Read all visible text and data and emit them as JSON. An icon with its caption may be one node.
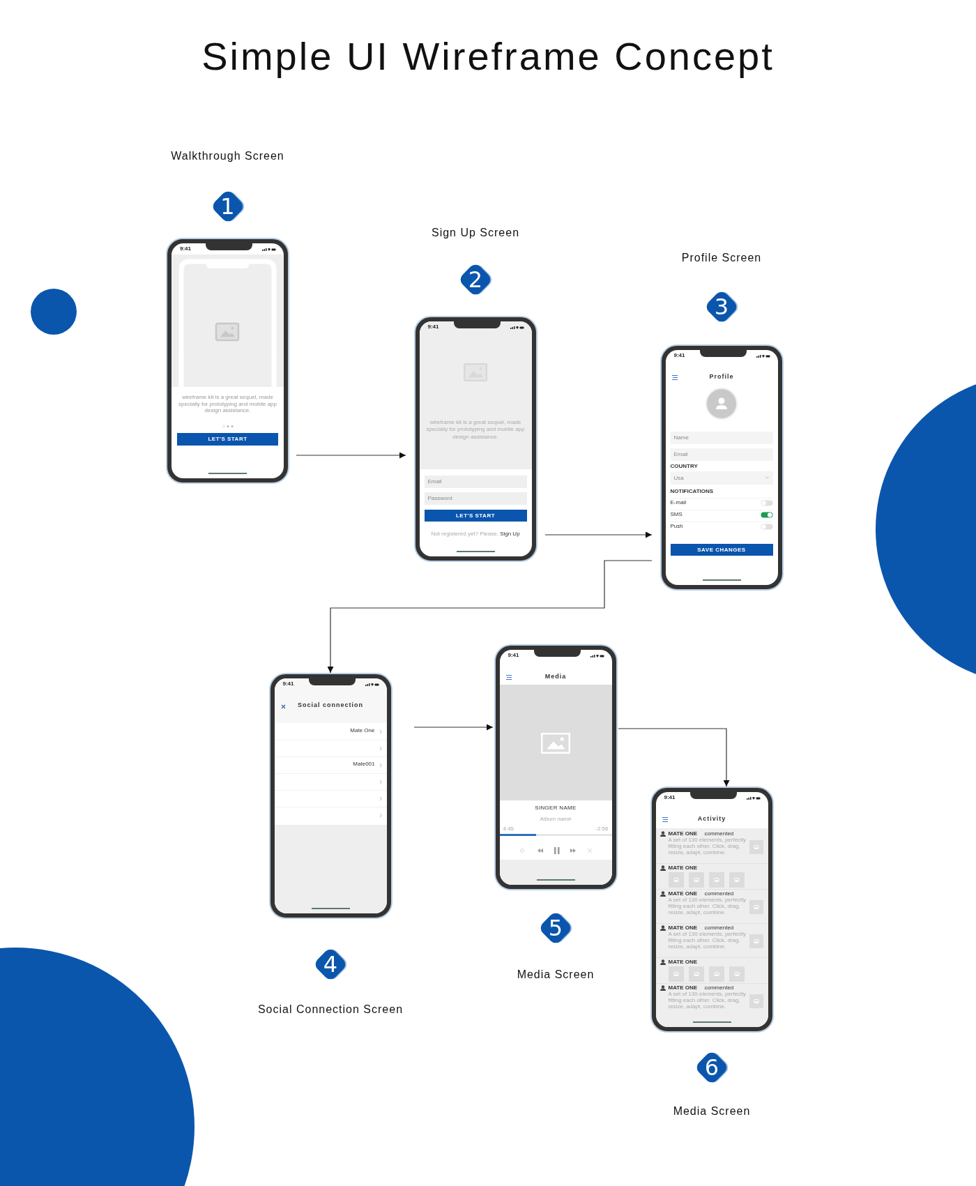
{
  "diagram": {
    "title": "Simple UI Wireframe Concept",
    "nodes": [
      {
        "text": [
          "Walkthrough Screen",
          "1"
        ]
      },
      {
        "text": [
          "Sign Up Screen",
          "2"
        ]
      },
      {
        "text": [
          "Profile Screen",
          "3"
        ]
      },
      {
        "text": [
          "4",
          "Social Connection Screen"
        ]
      },
      {
        "text": [
          "5",
          "Media Screen"
        ]
      },
      {
        "text": [
          "6",
          "Media Screen"
        ]
      }
    ],
    "edges": [
      {
        "from": 0,
        "to": 1,
        "arrow": "to"
      },
      {
        "from": 1,
        "to": 2,
        "arrow": "to"
      },
      {
        "from": 2,
        "to": 3,
        "arrow": "to"
      },
      {
        "from": 3,
        "to": 4,
        "arrow": "to"
      },
      {
        "from": 4,
        "to": 5,
        "arrow": "to"
      }
    ],
    "labels": [
      "9:41",
      "wireframe kit is a great sequel, made specially for prototyping and mobile app design assistance.",
      "LET'S START",
      "9:41",
      "wireframe kit is a great sequel, made specially for prototyping and mobile app design assistance.",
      "Email",
      "Password",
      "LET'S START",
      "Not registered yet? Please, **Sign Up**",
      "9:41",
      "Profile",
      "Name",
      "Email",
      "COUNTRY",
      "Usa",
      "NOTIFICATIONS",
      "E-mail",
      "SMS",
      "Push",
      "SAVE CHANGES",
      "9:41",
      "Social connection",
      "Mate One",
      "Mate001",
      "9:41",
      "Media",
      "SINGER NAME",
      "Album name",
      "4:45",
      "-2:56",
      "9:41",
      "Activity",
      "MATE ONE",
      "commented",
      "A set of 130 elements, perfectly fitting each other. Click, drag, resize, adapt, combine.",
      "MATE ONE",
      "MATE ONE",
      "commented",
      "A set of 130 elements, perfectly fitting each other. Click, drag, resize, adapt, combine.",
      "MATE ONE",
      "commented",
      "A set of 130 elements, perfectly fitting each other. Click, drag, resize, adapt, combine.",
      "MATE ONE",
      "MATE ONE",
      "commented",
      "A set of 130 elements, perfectly fitting each other. Click, drag, resize, adapt, combine."
    ]
  }
}
